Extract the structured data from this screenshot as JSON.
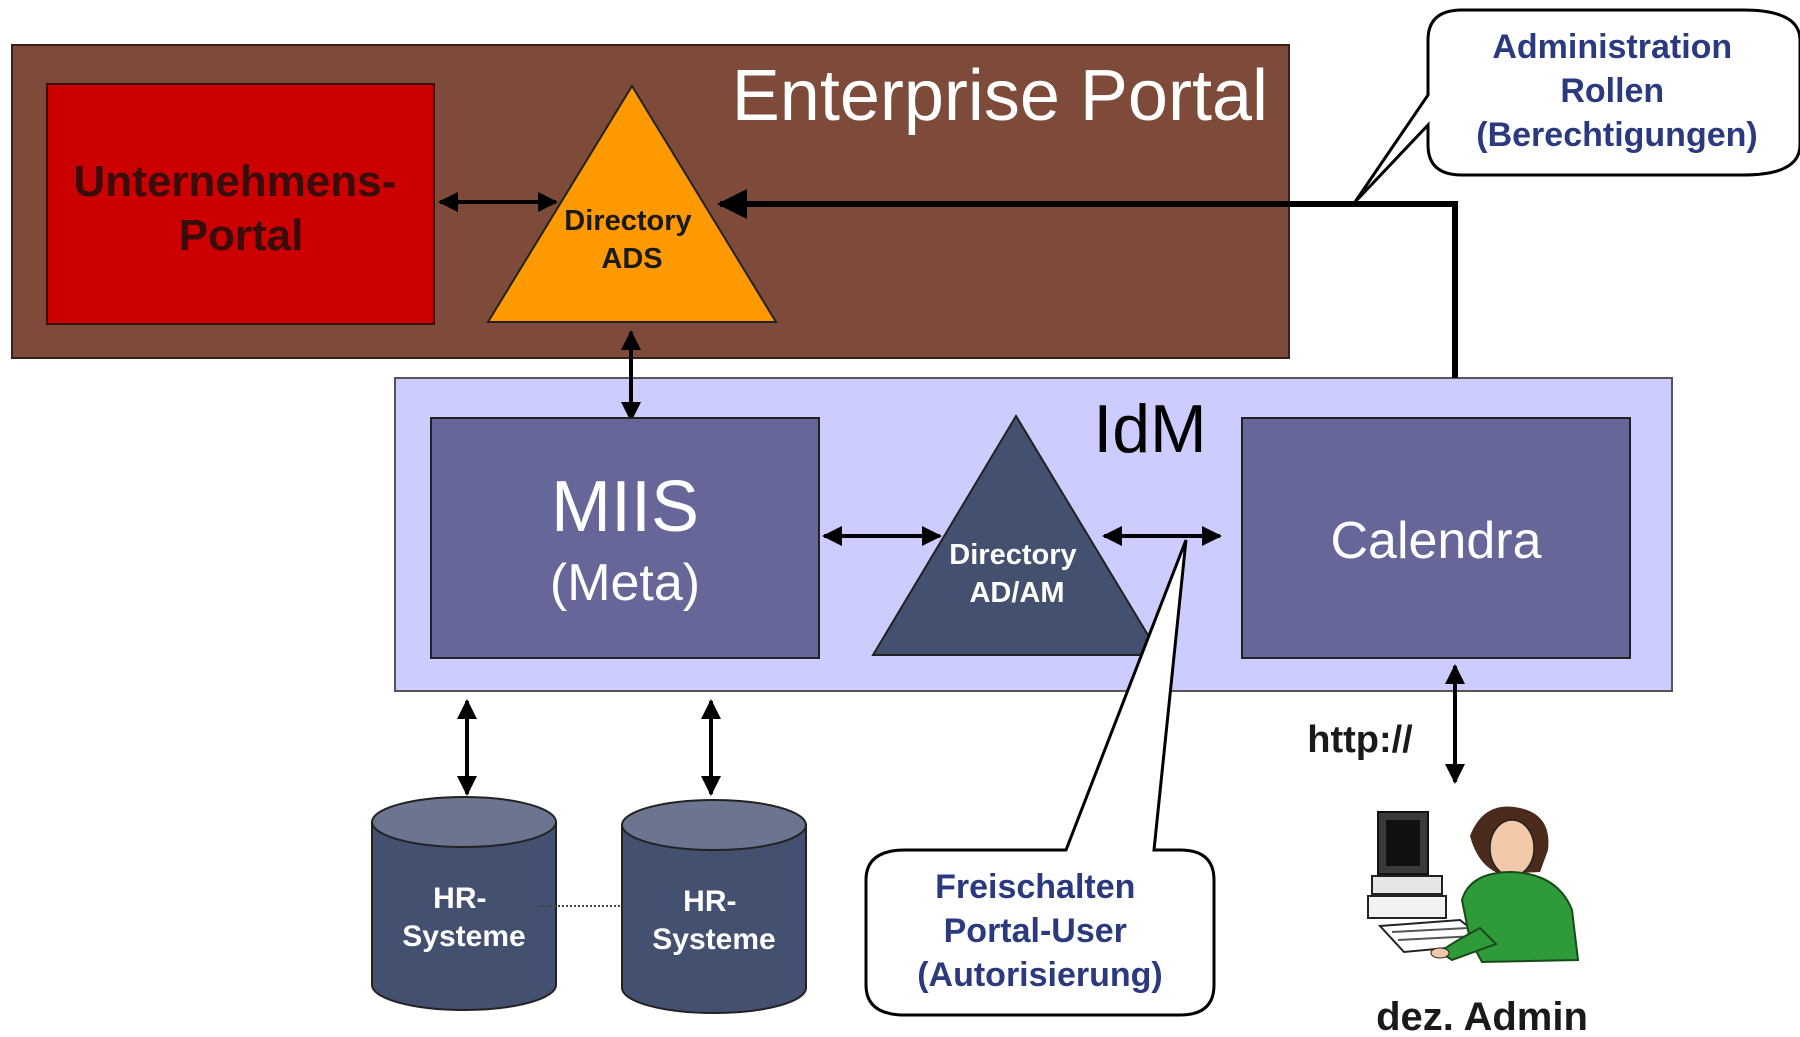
{
  "enterprise_portal": {
    "title": "Enterprise Portal",
    "box_color": "#7e4a3a",
    "unternehmens_portal": {
      "line1": "Unternehmens-",
      "line2": "Portal",
      "fill": "#cc0000",
      "text_color": "#3a0d0d"
    },
    "directory_ads": {
      "line1": "Directory",
      "line2": "ADS",
      "fill": "#ff9900"
    }
  },
  "idm": {
    "title": "IdM",
    "box_color": "#ccccff",
    "miis": {
      "line1": "MIIS",
      "line2": "(Meta)"
    },
    "directory_adam": {
      "line1": "Directory",
      "line2": "AD/AM"
    },
    "calendra": {
      "label": "Calendra"
    },
    "module_color": "#666699",
    "triangle_color": "#44506f"
  },
  "hr_systems": [
    {
      "line1": "HR-",
      "line2": "Systeme"
    },
    {
      "line1": "HR-",
      "line2": "Systeme"
    }
  ],
  "callouts": {
    "administration": {
      "line1": "Administration",
      "line2": "Rollen",
      "line3": "(Berechtigungen)"
    },
    "freischalten": {
      "line1": "Freischalten",
      "line2": "Portal-User",
      "line3": "(Autorisierung)"
    }
  },
  "http_label": "http://",
  "admin_label": "dez. Admin",
  "colors": {
    "callout_text": "#2b3a7f",
    "hr_fill": "#44506f",
    "hr_top": "#6b7590"
  }
}
